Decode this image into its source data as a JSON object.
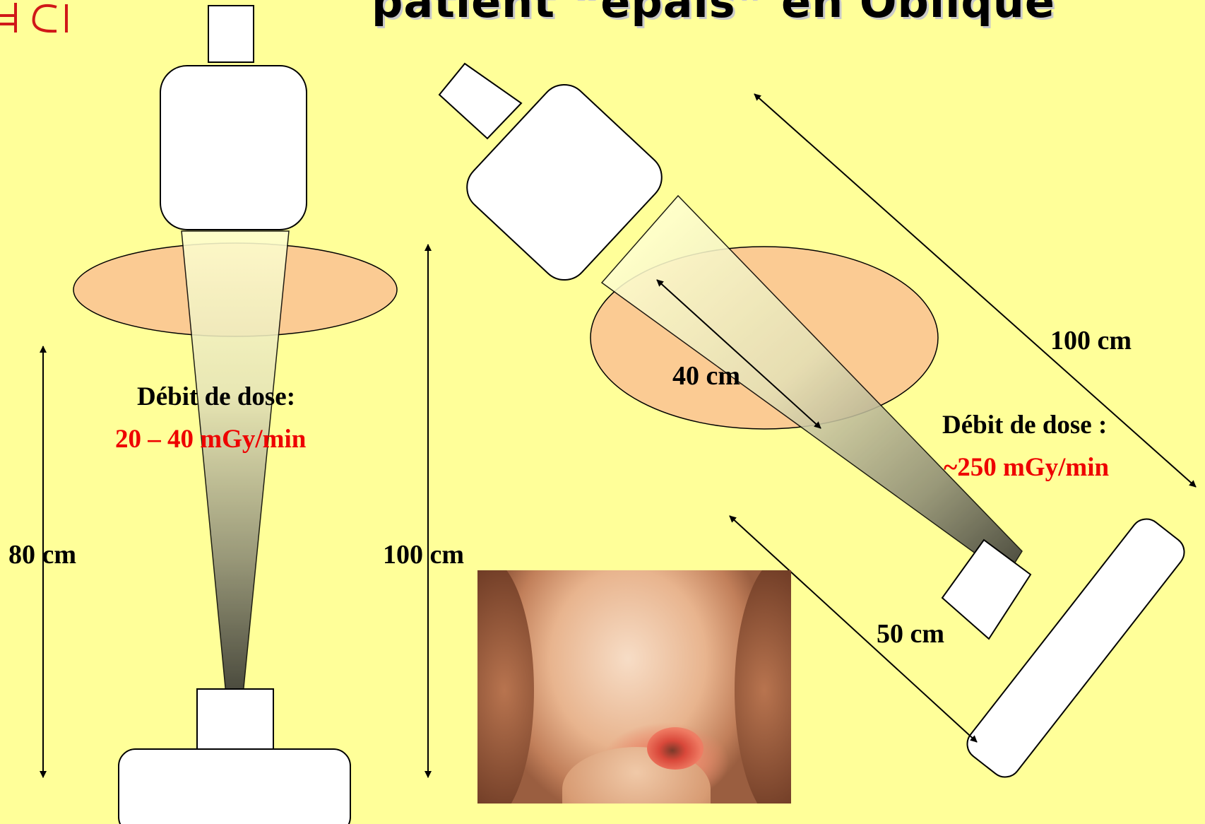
{
  "title": "patient “épais” en Oblique",
  "left_view": {
    "dose_rate_label": "Débit de dose:",
    "dose_rate_value": "20 – 40 mGy/min",
    "distance_short": "80 cm",
    "distance_long": "100 cm"
  },
  "right_view": {
    "dose_rate_label": "Débit de dose :",
    "dose_rate_value": "~250 mGy/min",
    "distance_patient": "40 cm",
    "distance_total": "100 cm",
    "distance_detector": "50 cm"
  },
  "photo": {
    "subject": "radiation skin burn on patient's back"
  },
  "colors": {
    "background": "#FFFF99",
    "patient_ellipse": "#FBCB93",
    "dose_value": "#EE0000",
    "equipment": "#FFFFFF"
  }
}
